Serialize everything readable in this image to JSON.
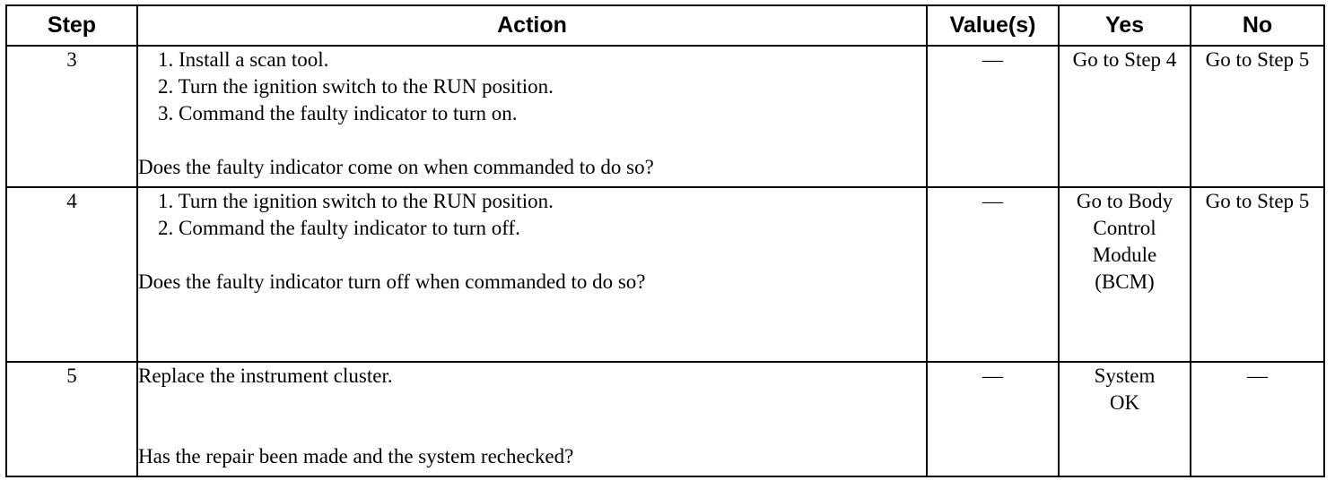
{
  "table": {
    "headers": {
      "step": "Step",
      "action": "Action",
      "values": "Value(s)",
      "yes": "Yes",
      "no": "No"
    },
    "rows": [
      {
        "step": "3",
        "actions": [
          "1. Install a scan tool.",
          "2. Turn the ignition switch to the RUN position.",
          "3. Command the faulty indicator to turn on."
        ],
        "question": "Does the faulty indicator come on when commanded to do so?",
        "values": "—",
        "yes": "Go to Step 4",
        "no": "Go to Step 5"
      },
      {
        "step": "4",
        "actions": [
          "1. Turn the ignition switch to the RUN position.",
          "2. Command the faulty indicator to turn off."
        ],
        "question": "Does the faulty indicator turn off when commanded to do so?",
        "values": "—",
        "yes": "Go to Body Control Module (BCM)",
        "no": "Go to Step 5"
      },
      {
        "step": "5",
        "actions": [
          "Replace the instrument cluster."
        ],
        "question": "Has the repair been made and the system rechecked?",
        "values": "—",
        "yes": "System OK",
        "no": "—"
      }
    ]
  }
}
